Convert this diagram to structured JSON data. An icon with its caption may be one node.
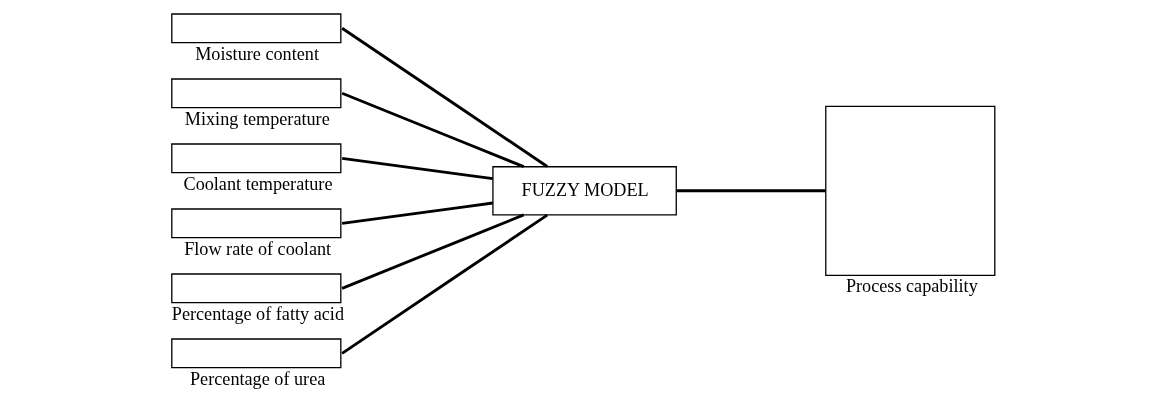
{
  "diagram": {
    "nodes": [
      {
        "text": [],
        "shape": "box",
        "beside": [
          "Moisture content"
        ]
      },
      {
        "text": [],
        "shape": "box",
        "beside": [
          "Mixing temperature"
        ]
      },
      {
        "text": [],
        "shape": "box",
        "beside": [
          "Coolant temperature"
        ]
      },
      {
        "text": [],
        "shape": "box",
        "beside": [
          "Flow rate of coolant"
        ]
      },
      {
        "text": [],
        "shape": "box",
        "beside": [
          "Percentage of fatty acid"
        ]
      },
      {
        "text": [],
        "shape": "box",
        "beside": [
          "Percentage of urea"
        ]
      },
      {
        "text": [
          "FUZZY MODEL"
        ]
      },
      {
        "text": [],
        "shape": "box",
        "beside": [
          "Process capability"
        ]
      }
    ],
    "edges": [
      {
        "from": 0,
        "to": 6,
        "arrow": "none"
      },
      {
        "from": 1,
        "to": 6,
        "arrow": "none"
      },
      {
        "from": 2,
        "to": 6,
        "arrow": "none"
      },
      {
        "from": 3,
        "to": 6,
        "arrow": "none"
      },
      {
        "from": 4,
        "to": 6,
        "arrow": "none"
      },
      {
        "from": 5,
        "to": 6,
        "arrow": "none"
      },
      {
        "from": 6,
        "to": 7,
        "arrow": "none"
      }
    ]
  }
}
